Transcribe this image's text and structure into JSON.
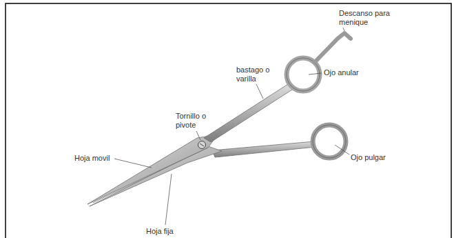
{
  "diagram": {
    "labels": [
      "Descanso para menique",
      "bastago o varilla",
      "Ojo anular",
      "Tornillo o pivote",
      "Hoja movil",
      "Ojo pulgar",
      "Hoja fija"
    ]
  }
}
